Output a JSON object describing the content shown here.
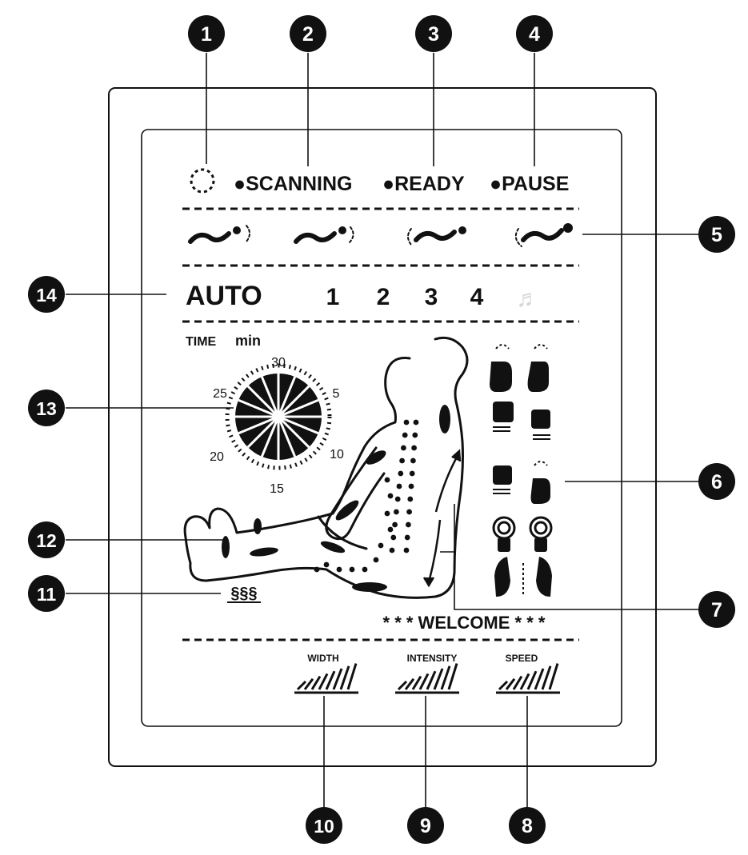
{
  "callouts": [
    {
      "n": "1"
    },
    {
      "n": "2"
    },
    {
      "n": "3"
    },
    {
      "n": "4"
    },
    {
      "n": "5"
    },
    {
      "n": "6"
    },
    {
      "n": "7"
    },
    {
      "n": "8"
    },
    {
      "n": "9"
    },
    {
      "n": "10"
    },
    {
      "n": "11"
    },
    {
      "n": "12"
    },
    {
      "n": "13"
    },
    {
      "n": "14"
    }
  ],
  "status": {
    "scanning": "●SCANNING",
    "ready": "●READY",
    "pause": "●PAUSE"
  },
  "modes": {
    "auto": "AUTO",
    "programs": [
      "1",
      "2",
      "3",
      "4"
    ],
    "music_symbol": "♬"
  },
  "timer": {
    "time_label": "TIME",
    "unit_label": "min",
    "ticks": [
      "30",
      "5",
      "10",
      "15",
      "20",
      "25"
    ]
  },
  "welcome": "* * * WELCOME * * *",
  "levels": {
    "width": "WIDTH",
    "intensity": "INTENSITY",
    "speed": "SPEED"
  },
  "heat_symbol": "§§§",
  "colors": {
    "ink": "#111111",
    "faded": "#d6d6d6"
  }
}
